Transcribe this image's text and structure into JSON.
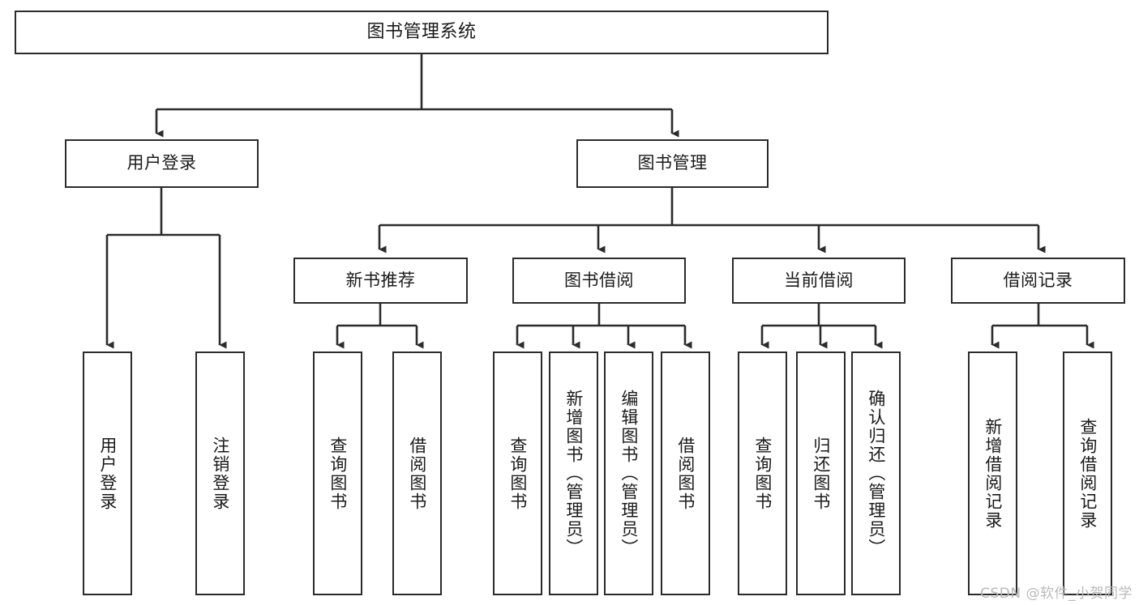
{
  "diagram": {
    "title": "图书管理系统",
    "type": "tree",
    "colors": {
      "node_border": "#2b2b2b",
      "node_fill": "#ffffff",
      "connector": "#2b2b2b",
      "text": "#1a1a1a",
      "watermark": "#b9b9b9",
      "background": "#ffffff"
    }
  },
  "nodes": {
    "root": {
      "label": "图书管理系统"
    },
    "level1": [
      {
        "id": "user-login",
        "label": "用户登录"
      },
      {
        "id": "book-manage",
        "label": "图书管理"
      }
    ],
    "level2": [
      {
        "id": "new-book-recommend",
        "label": "新书推荐"
      },
      {
        "id": "book-borrow",
        "label": "图书借阅"
      },
      {
        "id": "current-borrow",
        "label": "当前借阅"
      },
      {
        "id": "borrow-record",
        "label": "借阅记录"
      }
    ],
    "leaves": [
      {
        "id": "leaf-user-login",
        "label": "用户登录",
        "parent": "user-login"
      },
      {
        "id": "leaf-user-logout",
        "label": "注销登录",
        "parent": "user-login"
      },
      {
        "id": "leaf-query-book-1",
        "label": "查询图书",
        "parent": "new-book-recommend"
      },
      {
        "id": "leaf-borrow-book-1",
        "label": "借阅图书",
        "parent": "new-book-recommend"
      },
      {
        "id": "leaf-query-book-2",
        "label": "查询图书",
        "parent": "book-borrow"
      },
      {
        "id": "leaf-add-book",
        "label": "新增图书（管理员）",
        "parent": "book-borrow"
      },
      {
        "id": "leaf-edit-book",
        "label": "编辑图书（管理员）",
        "parent": "book-borrow"
      },
      {
        "id": "leaf-borrow-book-2",
        "label": "借阅图书",
        "parent": "book-borrow"
      },
      {
        "id": "leaf-query-book-3",
        "label": "查询图书",
        "parent": "current-borrow"
      },
      {
        "id": "leaf-return-book",
        "label": "归还图书",
        "parent": "current-borrow"
      },
      {
        "id": "leaf-confirm-return",
        "label": "确认归还（管理员）",
        "parent": "current-borrow"
      },
      {
        "id": "leaf-add-record",
        "label": "新增借阅记录",
        "parent": "borrow-record"
      },
      {
        "id": "leaf-query-record",
        "label": "查询借阅记录",
        "parent": "borrow-record"
      }
    ]
  },
  "watermark": {
    "text": "CSDN @软件_小贺同学"
  }
}
